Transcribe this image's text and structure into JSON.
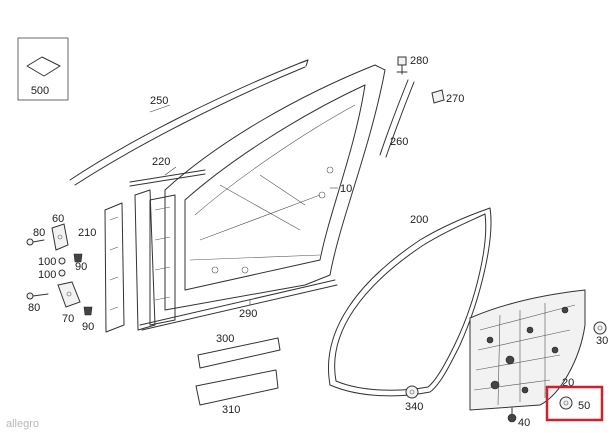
{
  "diagram": {
    "watermark": "allegro",
    "highlight_color": "#d0202a",
    "highlighted_callout": "50",
    "callouts": {
      "c500": "500",
      "c250": "250",
      "c280": "280",
      "c270": "270",
      "c260": "260",
      "c220": "220",
      "c10": "10",
      "c60": "60",
      "c80a": "80",
      "c210": "210",
      "c100a": "100",
      "c100b": "100",
      "c90a": "90",
      "c80b": "80",
      "c70": "70",
      "c90b": "90",
      "c200": "200",
      "c290": "290",
      "c300": "300",
      "c310": "310",
      "c30": "30",
      "c20": "20",
      "c340": "340",
      "c40": "40",
      "c50": "50"
    }
  }
}
